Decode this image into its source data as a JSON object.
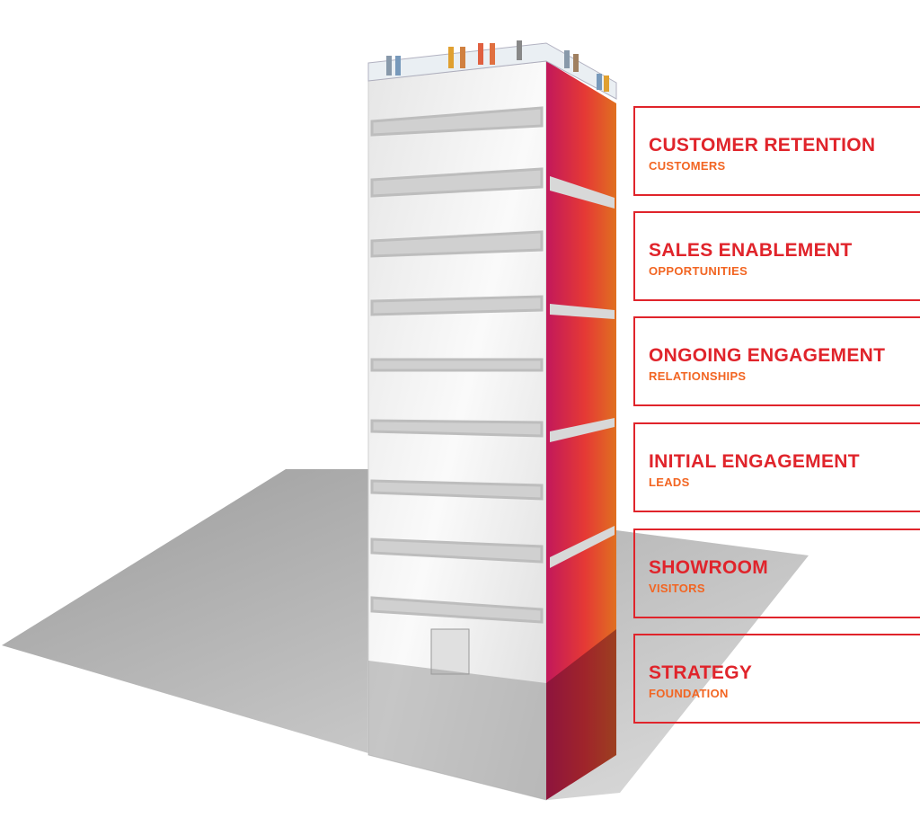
{
  "colors": {
    "title": "#e0242b",
    "subtitle": "#f26522",
    "side_start": "#c2185b",
    "side_mid": "#e53935",
    "side_end": "#e07020"
  },
  "stages": [
    {
      "title": "CUSTOMER RETENTION",
      "subtitle": "CUSTOMERS"
    },
    {
      "title": "SALES ENABLEMENT",
      "subtitle": "OPPORTUNITIES"
    },
    {
      "title": "ONGOING ENGAGEMENT",
      "subtitle": "RELATIONSHIPS"
    },
    {
      "title": "INITIAL ENGAGEMENT",
      "subtitle": "LEADS"
    },
    {
      "title": "SHOWROOM",
      "subtitle": "VISITORS"
    },
    {
      "title": "STRATEGY",
      "subtitle": "FOUNDATION"
    }
  ]
}
